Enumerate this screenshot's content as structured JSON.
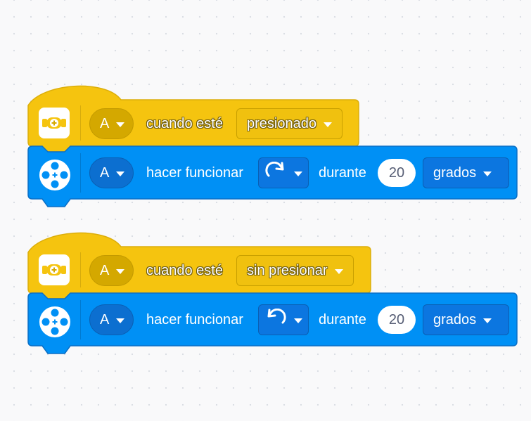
{
  "colors": {
    "event_yellow": "#f5c40f",
    "motor_blue": "#0090f5",
    "canvas": "#f9f9fa"
  },
  "stacks": [
    {
      "event": {
        "icon": "force-sensor-icon",
        "port": "A",
        "text": "cuando esté",
        "state": "presionado"
      },
      "action": {
        "icon": "motor-icon",
        "port": "A",
        "text": "hacer funcionar",
        "direction_icon": "clockwise-arrow-icon",
        "during": "durante",
        "amount": "20",
        "unit": "grados"
      }
    },
    {
      "event": {
        "icon": "force-sensor-icon",
        "port": "A",
        "text": "cuando esté",
        "state": "sin presionar"
      },
      "action": {
        "icon": "motor-icon",
        "port": "A",
        "text": "hacer funcionar",
        "direction_icon": "counterclockwise-arrow-icon",
        "during": "durante",
        "amount": "20",
        "unit": "grados"
      }
    }
  ]
}
